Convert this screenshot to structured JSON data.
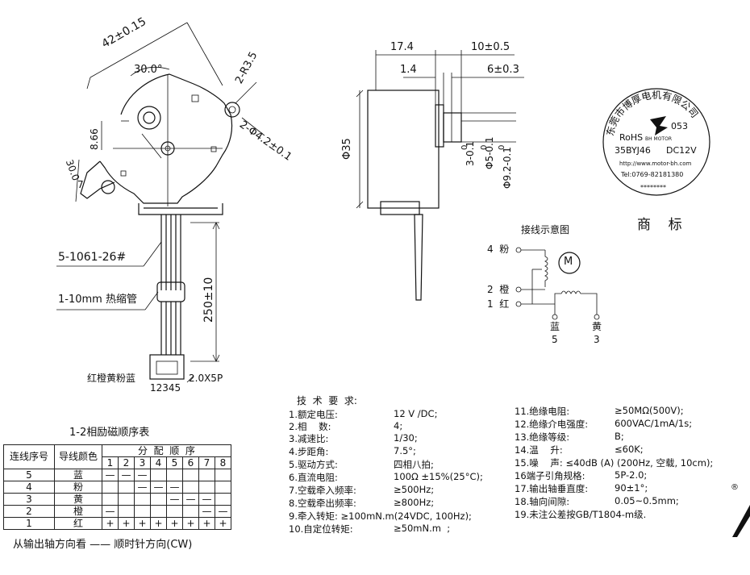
{
  "front_view": {
    "dim_width": "42±0.15",
    "dim_angle": "30.0°",
    "dim_radius": "2-R3.5",
    "dim_hole": "2-Φ4.2±0.1",
    "dim_offset": "8.66",
    "dim_bottom": "30.0",
    "dim_seven": "7",
    "wire_label": "5-1061-26#",
    "sleeve_label": "1-10mm 热缩管",
    "wire_length": "250±10",
    "connector_colors": "红橙黄粉蓝",
    "connector_spec": "2.0X5P",
    "connector_pins": "12345"
  },
  "side_view": {
    "dim_17": "17.4",
    "dim_10": "10±0.5",
    "dim_14": "1.4",
    "dim_6": "6±0.3",
    "dim_dia": "Φ35",
    "dim_3": "3-0.1",
    "dim_3_sup": "0",
    "dim_5": "Φ5-0.1",
    "dim_5_sup": "0",
    "dim_9": "Φ9.2-0.1",
    "dim_9_sup": "0"
  },
  "logo": {
    "ring_text": "东莞市博厚电机有限公司",
    "code": "053",
    "brand": "BH MOTOR",
    "rohs": "RoHS",
    "model": "35BYJ46",
    "voltage": "DC12V",
    "website": "http://www.motor-bh.com",
    "tel": "Tel:0769-82181380",
    "stars": "********"
  },
  "trademark_label": "商    标",
  "wiring": {
    "title": "接线示意图",
    "pin4": "4  粉",
    "pin2": "2  橙",
    "pin1": "1  红",
    "motor": "M",
    "blue_label": "蓝",
    "blue_num": "5",
    "yellow_label": "黄",
    "yellow_num": "3"
  },
  "specs": {
    "title": "技  术  要  求:",
    "left": [
      {
        "label": "1.额定电压:",
        "value": "12 V /DC;"
      },
      {
        "label": "2.相    数:",
        "value": "4;"
      },
      {
        "label": "3.减速比:",
        "value": "1/30;"
      },
      {
        "label": "4.步距角:",
        "value": "7.5°;"
      },
      {
        "label": "5.驱动方式:",
        "value": "四相八拍;"
      },
      {
        "label": "6.直流电阻:",
        "value": "100Ω ±15%(25°C);"
      },
      {
        "label": "7.空载牵入频率:",
        "value": "≥500Hz;"
      },
      {
        "label": "8.空载牵出频率:",
        "value": "≥800Hz;"
      },
      {
        "label": "9.牵入转矩: ≥100mN.m(24VDC, 100Hz);",
        "value": ""
      },
      {
        "label": "10.自定位转矩:",
        "value": "≥50mN.m  ;"
      }
    ],
    "right": [
      {
        "label": "11.绝缘电阻:",
        "value": "≥50MΩ(500V);"
      },
      {
        "label": "12.绝缘介电强度:",
        "value": "600VAC/1mA/1s;"
      },
      {
        "label": "13.绝缘等级:",
        "value": "B;"
      },
      {
        "label": "14.温    升:",
        "value": "≤60K;"
      },
      {
        "label": "15.噪    声: ≤40dB (A) (200Hz, 空载, 10cm);",
        "value": ""
      },
      {
        "label": "16端子引角规格:",
        "value": "5P-2.0;"
      },
      {
        "label": "17.输出轴垂直度:",
        "value": "90±1°;"
      },
      {
        "label": "18.轴向间隙:",
        "value": "0.05~0.5mm;"
      },
      {
        "label": "19.未注公差按GB/T1804-m级.",
        "value": ""
      }
    ]
  },
  "sequence_table": {
    "title": "1-2相励磁顺序表",
    "header_wire": "连线序号",
    "header_color": "导线颜色",
    "header_dist": "分  配  顺  序",
    "steps": [
      "1",
      "2",
      "3",
      "4",
      "5",
      "6",
      "7",
      "8"
    ],
    "rows": [
      {
        "num": "5",
        "color": "蓝",
        "cells": [
          "—",
          "—",
          "—",
          "",
          "",
          "",
          "",
          ""
        ]
      },
      {
        "num": "4",
        "color": "粉",
        "cells": [
          "",
          "",
          "—",
          "—",
          "—",
          "",
          "",
          ""
        ]
      },
      {
        "num": "3",
        "color": "黄",
        "cells": [
          "",
          "",
          "",
          "",
          "—",
          "—",
          "—",
          ""
        ]
      },
      {
        "num": "2",
        "color": "橙",
        "cells": [
          "—",
          "",
          "",
          "",
          "",
          "",
          "—",
          "—"
        ]
      },
      {
        "num": "1",
        "color": "红",
        "cells": [
          "+",
          "+",
          "+",
          "+",
          "+",
          "+",
          "+",
          "+"
        ]
      }
    ],
    "footer": "从输出轴方向看 —— 顺时针方向(CW)"
  },
  "registered_mark": "®"
}
